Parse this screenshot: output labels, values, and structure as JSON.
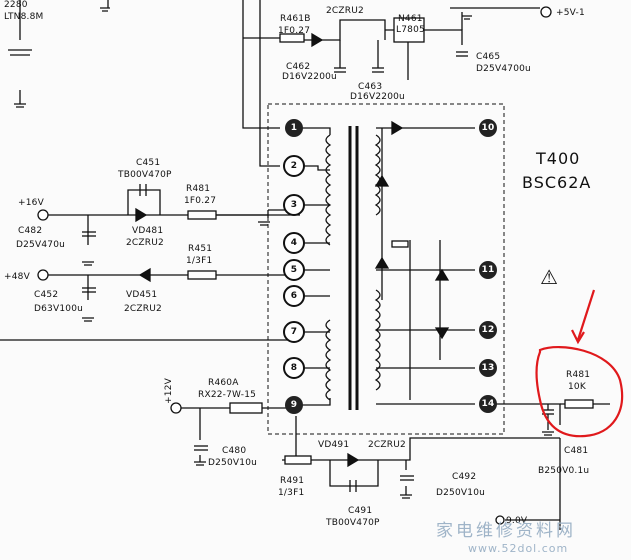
{
  "transformer": {
    "ref": "T400",
    "model": "BSC62A"
  },
  "pins": {
    "p1": "1",
    "p2": "2",
    "p3": "3",
    "p4": "4",
    "p5": "5",
    "p6": "6",
    "p7": "7",
    "p8": "8",
    "p9": "9",
    "p10": "10",
    "p11": "11",
    "p12": "12",
    "p13": "13",
    "p14": "14"
  },
  "rails": {
    "v16": "+16V",
    "v48": "+48V",
    "v5": "+5V-1",
    "v9": "9.0V",
    "v12": "+12V"
  },
  "top": {
    "r461b": "R461B",
    "r461b_val": "1F0.27",
    "d461b": "2CZRU2",
    "n461": "N461",
    "n461_val": "L7805",
    "c461": "C462",
    "c461_val": "D16V2200u",
    "c463": "C463",
    "c463_val": "D16V2200u",
    "c465": "C465",
    "c465_val": "D25V4700u",
    "ltn": "LTN8.8M",
    "top_left": "2280"
  },
  "left": {
    "c451": "C451",
    "c451_val": "TB00V470P",
    "r481": "R481",
    "r481_val": "1F0.27",
    "vd481": "VD481",
    "vd481_val": "2CZRU2",
    "c482": "C482",
    "c482_val": "D25V470u",
    "r451": "R451",
    "r451_val": "1/3F1",
    "vd451": "VD451",
    "vd451_val": "2CZRU2",
    "c452": "C452",
    "c452_val": "D63V100u"
  },
  "bottom": {
    "r460a": "R460A",
    "r460a_val": "RX22-7W-15",
    "c480": "C480",
    "c480_val": "D250V10u",
    "vd491": "VD491",
    "vd491_val": "2CZRU2",
    "r491": "R491",
    "r491_val": "1/3F1",
    "c491": "C491",
    "c491_val": "TB00V470P",
    "c492": "C492",
    "c492_val": "D250V10u",
    "c481b": "C481",
    "c481b_val": "B250V0.1u"
  },
  "right": {
    "r481b": "R481",
    "r481b_val": "10K"
  },
  "watermark": {
    "text": "家电维修资料网",
    "url": "www.52dol.com"
  }
}
